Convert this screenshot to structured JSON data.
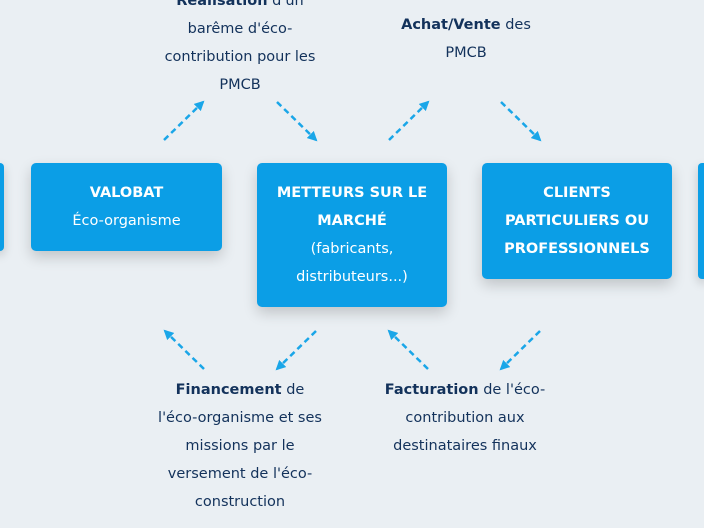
{
  "boxes": {
    "valobat": {
      "title": "VALOBAT",
      "subtitle": "Éco-organisme"
    },
    "metteurs": {
      "title_1": "METTEURS SUR LE",
      "title_2": "MARCHÉ",
      "sub_1": "(fabricants,",
      "sub_2": "distributeurs...)"
    },
    "clients": {
      "line_1": "CLIENTS",
      "line_2": "PARTICULIERS OU",
      "line_3": "PROFESSIONNELS"
    }
  },
  "captions": {
    "realisation": {
      "bold": "Réalisation",
      "rest": " d'un",
      "line_2": "barême d'éco-",
      "line_3": "contribution pour les",
      "line_4": "PMCB"
    },
    "achat": {
      "bold": "Achat/Vente",
      "rest": " des",
      "line_2": "PMCB"
    },
    "financement": {
      "bold": "Financement",
      "rest": " de",
      "line_2": "l'éco-organisme et ses",
      "line_3": "missions par le",
      "line_4": "versement de l'éco-",
      "line_5": "construction"
    },
    "facturation": {
      "bold": "Facturation",
      "rest": " de l'éco-",
      "line_2": "contribution aux",
      "line_3": "destinataires finaux"
    }
  },
  "colors": {
    "box": "#0b9ee6",
    "text_dark": "#13325b",
    "background": "#eaeff3",
    "arrow": "#1aa6e8"
  }
}
